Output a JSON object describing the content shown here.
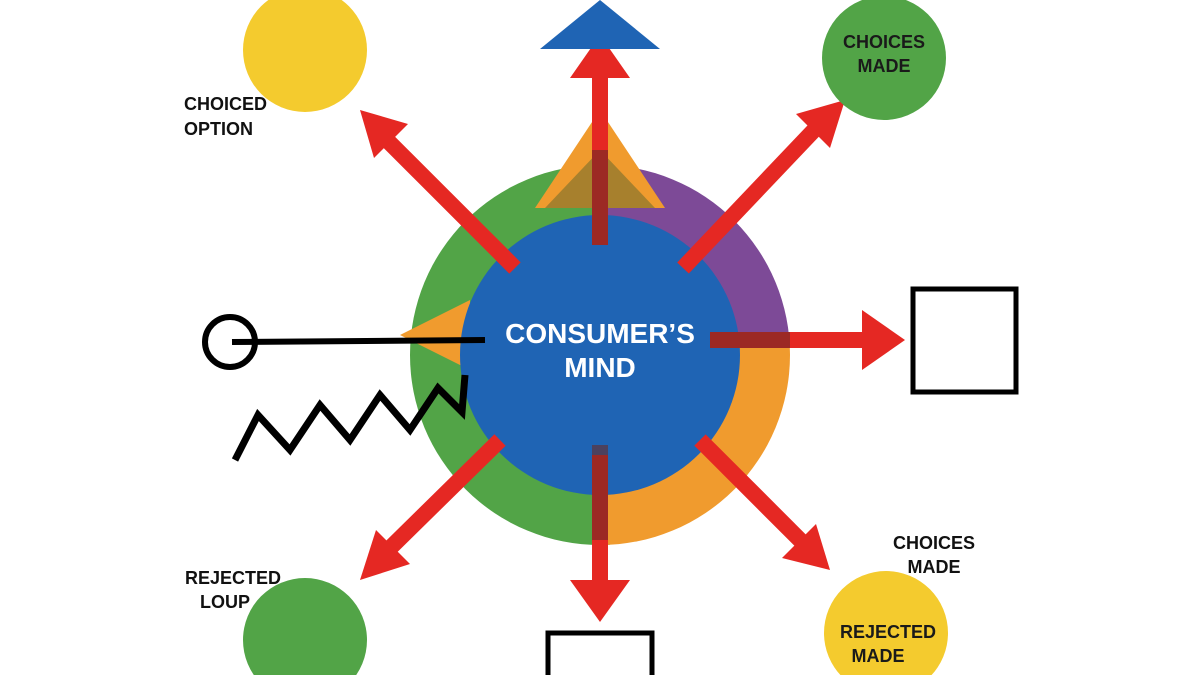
{
  "center": {
    "line1": "CONSUMER’S",
    "line2": "MIND"
  },
  "labels": {
    "top_left": {
      "line1": "CHOICED",
      "line2": "OPTION"
    },
    "top_right_circle": {
      "line1": "CHOICES",
      "line2": "MADE"
    },
    "bottom_left": {
      "line1": "REJECTED",
      "line2": "LOUP"
    },
    "bottom_right_above": {
      "line1": "CHOICES",
      "line2": "MADE"
    },
    "bottom_right_circle": {
      "line1": "REJECTED",
      "line2": "MADE"
    }
  },
  "colors": {
    "blue": "#1F64B4",
    "green": "#52A447",
    "purple": "#7D4A97",
    "orange": "#F09B2E",
    "yellow": "#F4CB2E",
    "red": "#E52823",
    "black": "#000000"
  }
}
